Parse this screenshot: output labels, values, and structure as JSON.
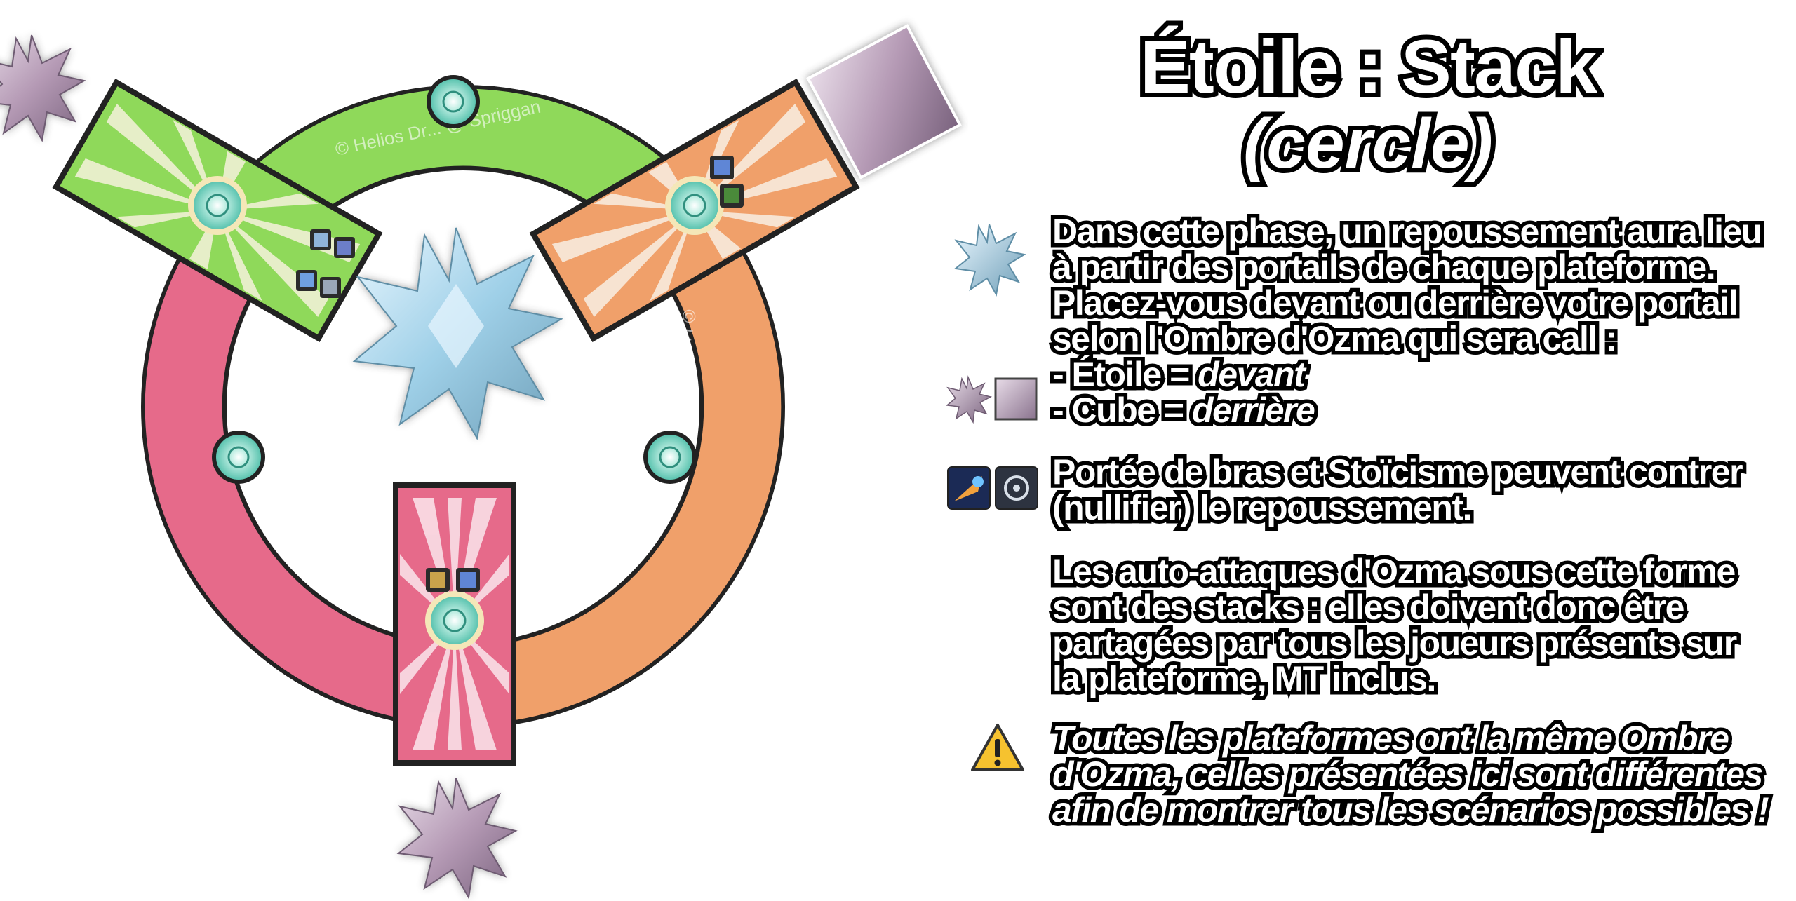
{
  "title": {
    "line1": "Étoile : Stack",
    "line2": "(cercle)"
  },
  "watermarks": {
    "top": "© Helios Dr... @ Spriggan",
    "right": "© Hyomin K... @ Cerberus"
  },
  "paragraphs": {
    "p1": [
      "Dans cette phase, un repoussement aura lieu",
      "à partir des portails de chaque plateforme.",
      "Placez-vous devant ou derrière votre portail",
      "selon l'Ombre d'Ozma qui sera call :"
    ],
    "etoile_prefix": "- Étoile = ",
    "etoile_value": "devant",
    "cube_prefix": "- Cube = ",
    "cube_value": "derrière",
    "p2": [
      "Portée de bras et Stoïcisme peuvent contrer",
      "(nullifier) le repoussement."
    ],
    "p3": [
      "Les auto-attaques d'Ozma sous cette forme",
      "sont des stacks : elles doivent donc être",
      "partagées par tous les joueurs présents sur",
      "la plateforme, MT inclus."
    ],
    "warning": [
      "Toutes les plateformes ont la même Ombre",
      "d'Ozma, celles présentées ici sont différentes",
      "afin de montrer tous les scénarios possibles !"
    ]
  },
  "icons": {
    "crystal_star": "star-crystal-icon",
    "shadow_star": "shadow-star-icon",
    "shadow_cube": "shadow-cube-icon",
    "arms_length": "arms-length-icon",
    "surecast": "surecast-icon",
    "warning": "warning-icon",
    "portal": "portal-icon"
  },
  "colors": {
    "green": "#8fd95a",
    "orange": "#f0a06a",
    "pink": "#e66a8a",
    "portal": "#7fd6c4",
    "crystal": "#b9dcea",
    "shadow": "#b9a1bb",
    "warning": "#f6c22f"
  }
}
